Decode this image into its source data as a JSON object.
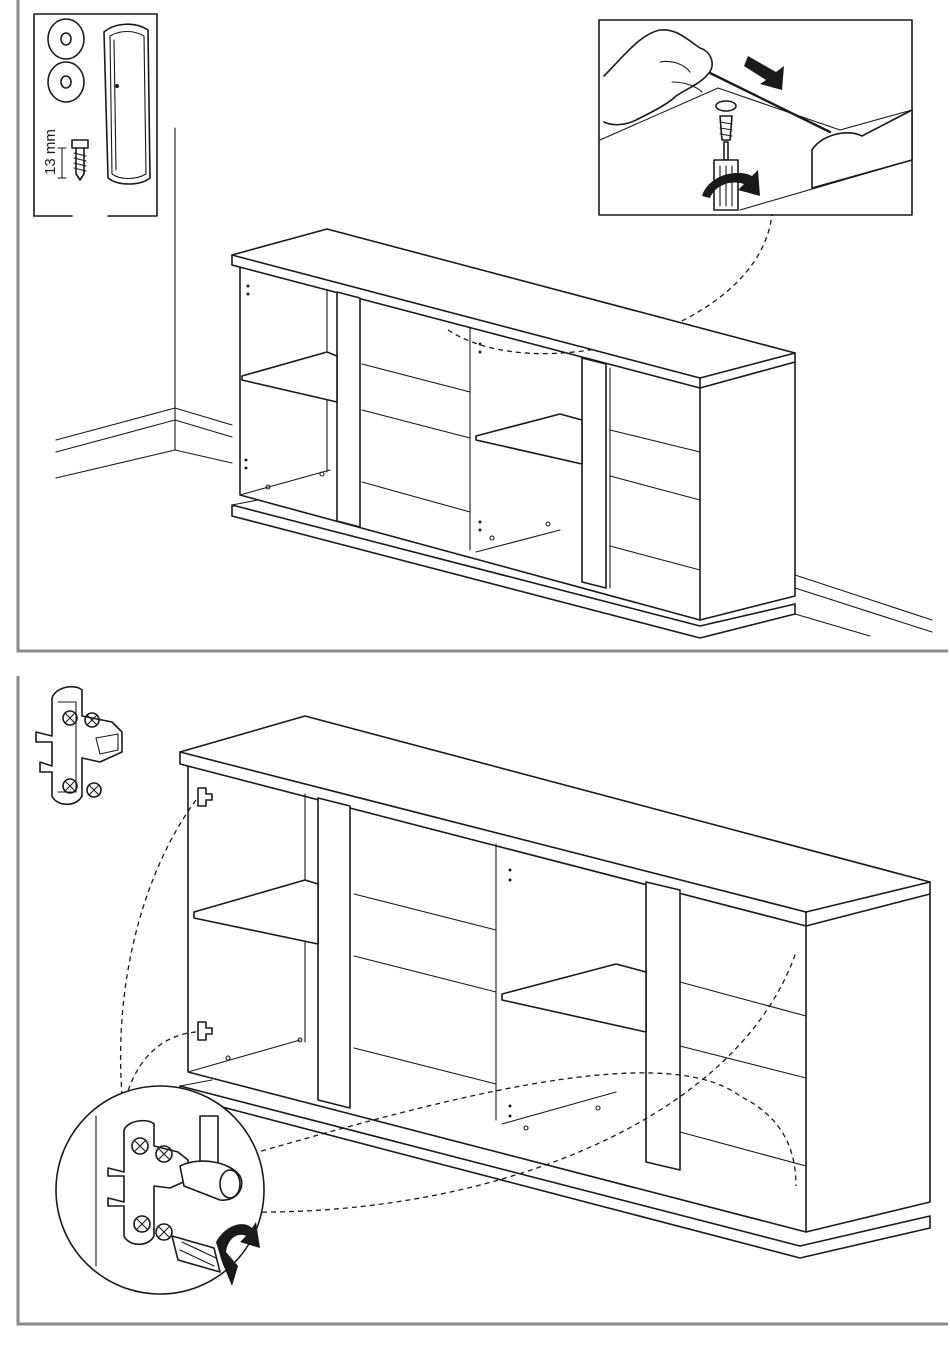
{
  "steps": [
    {
      "id": "step-1",
      "parts": {
        "screw_length_label": "13 mm",
        "items": [
          "washer-icon",
          "washer-icon",
          "screw-icon",
          "wall-anchor-strap-icon"
        ]
      },
      "detail": [
        "hand-icon",
        "strap-icon",
        "screw-icon",
        "screwdriver-icon",
        "rotation-arrow-icon",
        "direction-arrow-icon"
      ]
    },
    {
      "id": "step-2",
      "parts": {
        "items": [
          "hinge-plate-icon"
        ]
      },
      "detail": [
        "hinge-plate-icon",
        "hammer-icon",
        "screwdriver-icon",
        "rotation-arrow-icon"
      ]
    }
  ],
  "colors": {
    "line": "#1a1a1a",
    "frame": "#8a8a8a",
    "background": "#ffffff"
  }
}
